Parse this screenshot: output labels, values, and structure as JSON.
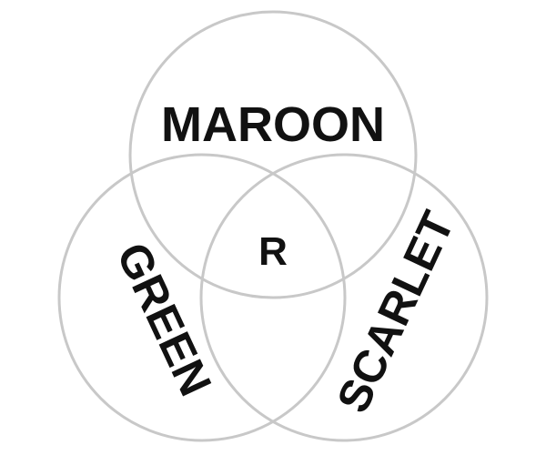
{
  "diagram": {
    "type": "venn",
    "sets": [
      {
        "label": "MAROON"
      },
      {
        "label": "GREEN"
      },
      {
        "label": "SCARLET"
      }
    ],
    "intersection_label": "R",
    "colors": {
      "circle_stroke": "#c8c8c8",
      "text": "#111111",
      "background": "#ffffff"
    }
  }
}
